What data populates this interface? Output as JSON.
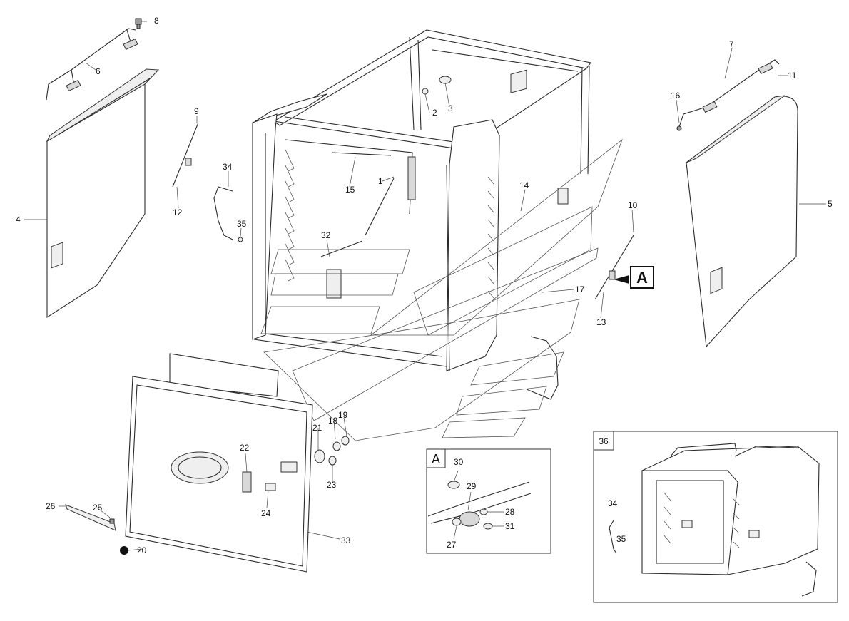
{
  "callouts": {
    "n1": "1",
    "n2": "2",
    "n3": "3",
    "n4": "4",
    "n5": "5",
    "n6": "6",
    "n7": "7",
    "n8": "8",
    "n9": "9",
    "n10": "10",
    "n11": "11",
    "n12": "12",
    "n13": "13",
    "n14": "14",
    "n15": "15",
    "n16": "16",
    "n17": "17",
    "n18": "18",
    "n19": "19",
    "n20": "20",
    "n21": "21",
    "n22": "22",
    "n23": "23",
    "n24": "24",
    "n25": "25",
    "n26": "26",
    "n27": "27",
    "n28": "28",
    "n29": "29",
    "n30": "30",
    "n31": "31",
    "n32": "32",
    "n33": "33",
    "n34": "34",
    "n35": "35",
    "inset_n34": "34",
    "inset_n35": "35"
  },
  "detail_a": {
    "marker": "A",
    "frame_label": "A"
  },
  "inset": {
    "label": "36"
  },
  "colors": {
    "line": "#2a2a2a",
    "fill_grey": "#d9d9d9",
    "background": "#ffffff"
  }
}
